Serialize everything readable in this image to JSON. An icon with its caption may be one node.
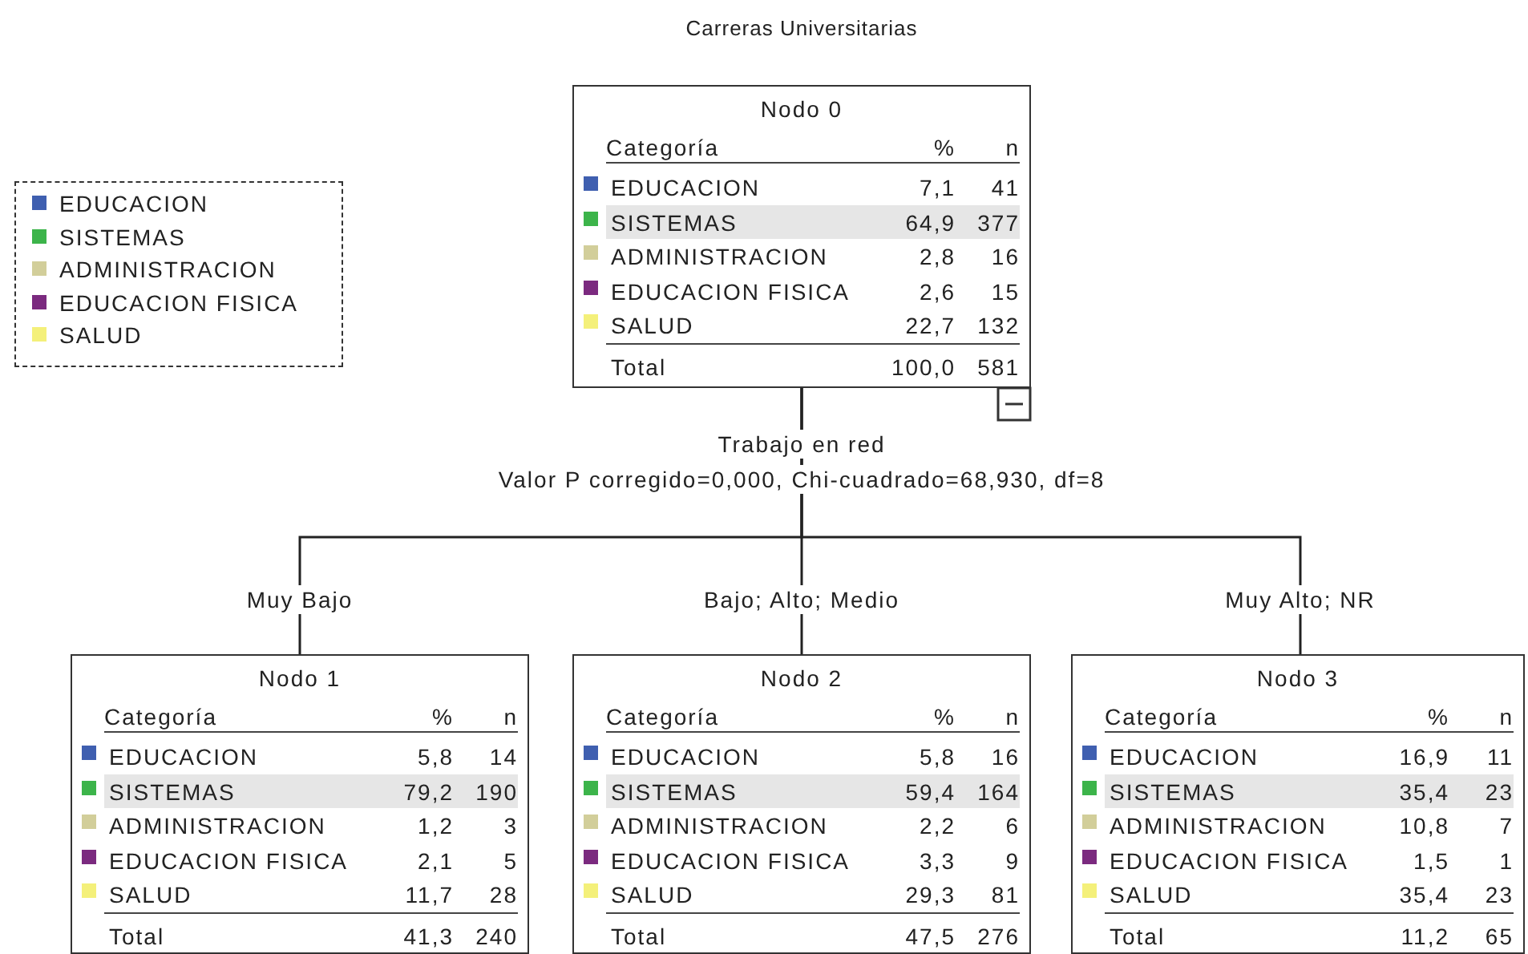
{
  "diagram": {
    "title": "Carreras Universitarias",
    "nodes": [
      {
        "text": [
          "Nodo 0",
          "Categoría",
          "%",
          "n",
          "EDUCACION",
          "7,1",
          "41",
          "SISTEMAS",
          "64,9",
          "377",
          "ADMINISTRACION",
          "2,8",
          "16",
          "EDUCACION FISICA",
          "2,6",
          "15",
          "SALUD",
          "22,7",
          "132",
          "Total",
          "100,0",
          "581"
        ]
      },
      {
        "text": [
          "Nodo 1",
          "Categoría",
          "%",
          "n",
          "EDUCACION",
          "5,8",
          "14",
          "SISTEMAS",
          "79,2",
          "190",
          "ADMINISTRACION",
          "1,2",
          "3",
          "EDUCACION FISICA",
          "2,1",
          "5",
          "SALUD",
          "11,7",
          "28",
          "Total",
          "41,3",
          "240"
        ]
      },
      {
        "text": [
          "Nodo 2",
          "Categoría",
          "%",
          "n",
          "EDUCACION",
          "5,8",
          "16",
          "SISTEMAS",
          "59,4",
          "164",
          "ADMINISTRACION",
          "2,2",
          "6",
          "EDUCACION FISICA",
          "3,3",
          "9",
          "SALUD",
          "29,3",
          "81",
          "Total",
          "47,5",
          "276"
        ]
      },
      {
        "text": [
          "Nodo 3",
          "Categoría",
          "%",
          "n",
          "EDUCACION",
          "16,9",
          "11",
          "SISTEMAS",
          "35,4",
          "23",
          "ADMINISTRACION",
          "10,8",
          "7",
          "EDUCACION FISICA",
          "1,5",
          "1",
          "SALUD",
          "35,4",
          "23",
          "Total",
          "11,2",
          "65"
        ]
      }
    ],
    "edges": [
      {
        "from": 0,
        "to": 1,
        "arrow": "none",
        "label": "Muy Bajo"
      },
      {
        "from": 0,
        "to": 2,
        "arrow": "none",
        "label": "Bajo; Alto; Medio"
      },
      {
        "from": 0,
        "to": 3,
        "arrow": "none",
        "label": "Muy Alto; NR"
      }
    ],
    "labels": [
      "Trabajo en red",
      "Valor P corregido=0,000, Chi-cuadrado=68,930, df=8"
    ],
    "legend": [
      {
        "text": "EDUCACION",
        "color": "#3f5fb0"
      },
      {
        "text": "SISTEMAS",
        "color": "#3cb44a"
      },
      {
        "text": "ADMINISTRACION",
        "color": "#d2ce9a"
      },
      {
        "text": "EDUCACION FISICA",
        "color": "#7b2a7f"
      },
      {
        "text": "SALUD",
        "color": "#f4f07a"
      }
    ]
  }
}
